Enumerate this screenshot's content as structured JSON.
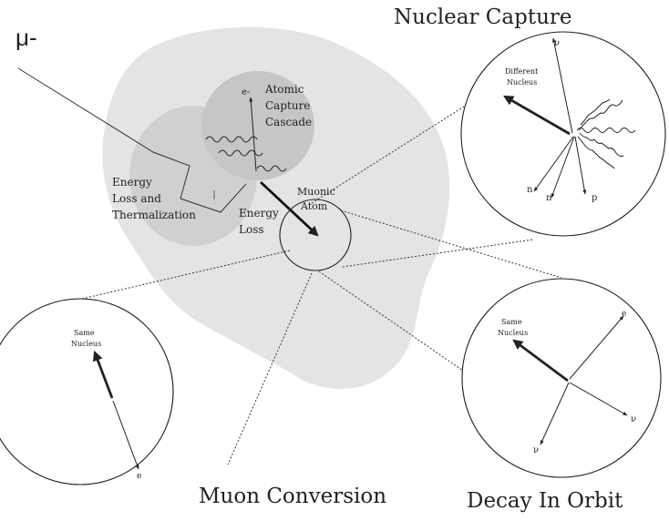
{
  "colors": {
    "blob": "#e3e3e3",
    "halo_outer": "#cfcfcf",
    "halo_inner": "#c4c4c4",
    "stroke": "#222222",
    "background": "#ffffff"
  },
  "labels": {
    "muon": "μ-",
    "nuclear_capture": "Nuclear Capture",
    "muon_conversion": "Muon Conversion",
    "decay_in_orbit": "Decay In Orbit",
    "atomic_capture": [
      "Atomic",
      "Capture",
      "Cascade"
    ],
    "electron_top": "e-",
    "energy_loss_therm": [
      "Energy",
      "Loss and",
      "Thermalization"
    ],
    "energy_loss": [
      "Energy",
      "Loss"
    ],
    "muonic_atom": [
      "Muonic",
      "Atom"
    ]
  },
  "nuclear_capture_panel": {
    "different_nucleus": [
      "Different",
      "Nucleus"
    ],
    "nu": "ν",
    "n1": "n",
    "n2": "n",
    "p": "p"
  },
  "muon_conversion_panel": {
    "same_nucleus": [
      "Same",
      "Nucleus"
    ],
    "e": "e"
  },
  "decay_in_orbit_panel": {
    "same_nucleus": [
      "Same",
      "Nucleus"
    ],
    "e": "e",
    "nu1": "ν",
    "nu2": "ν"
  }
}
